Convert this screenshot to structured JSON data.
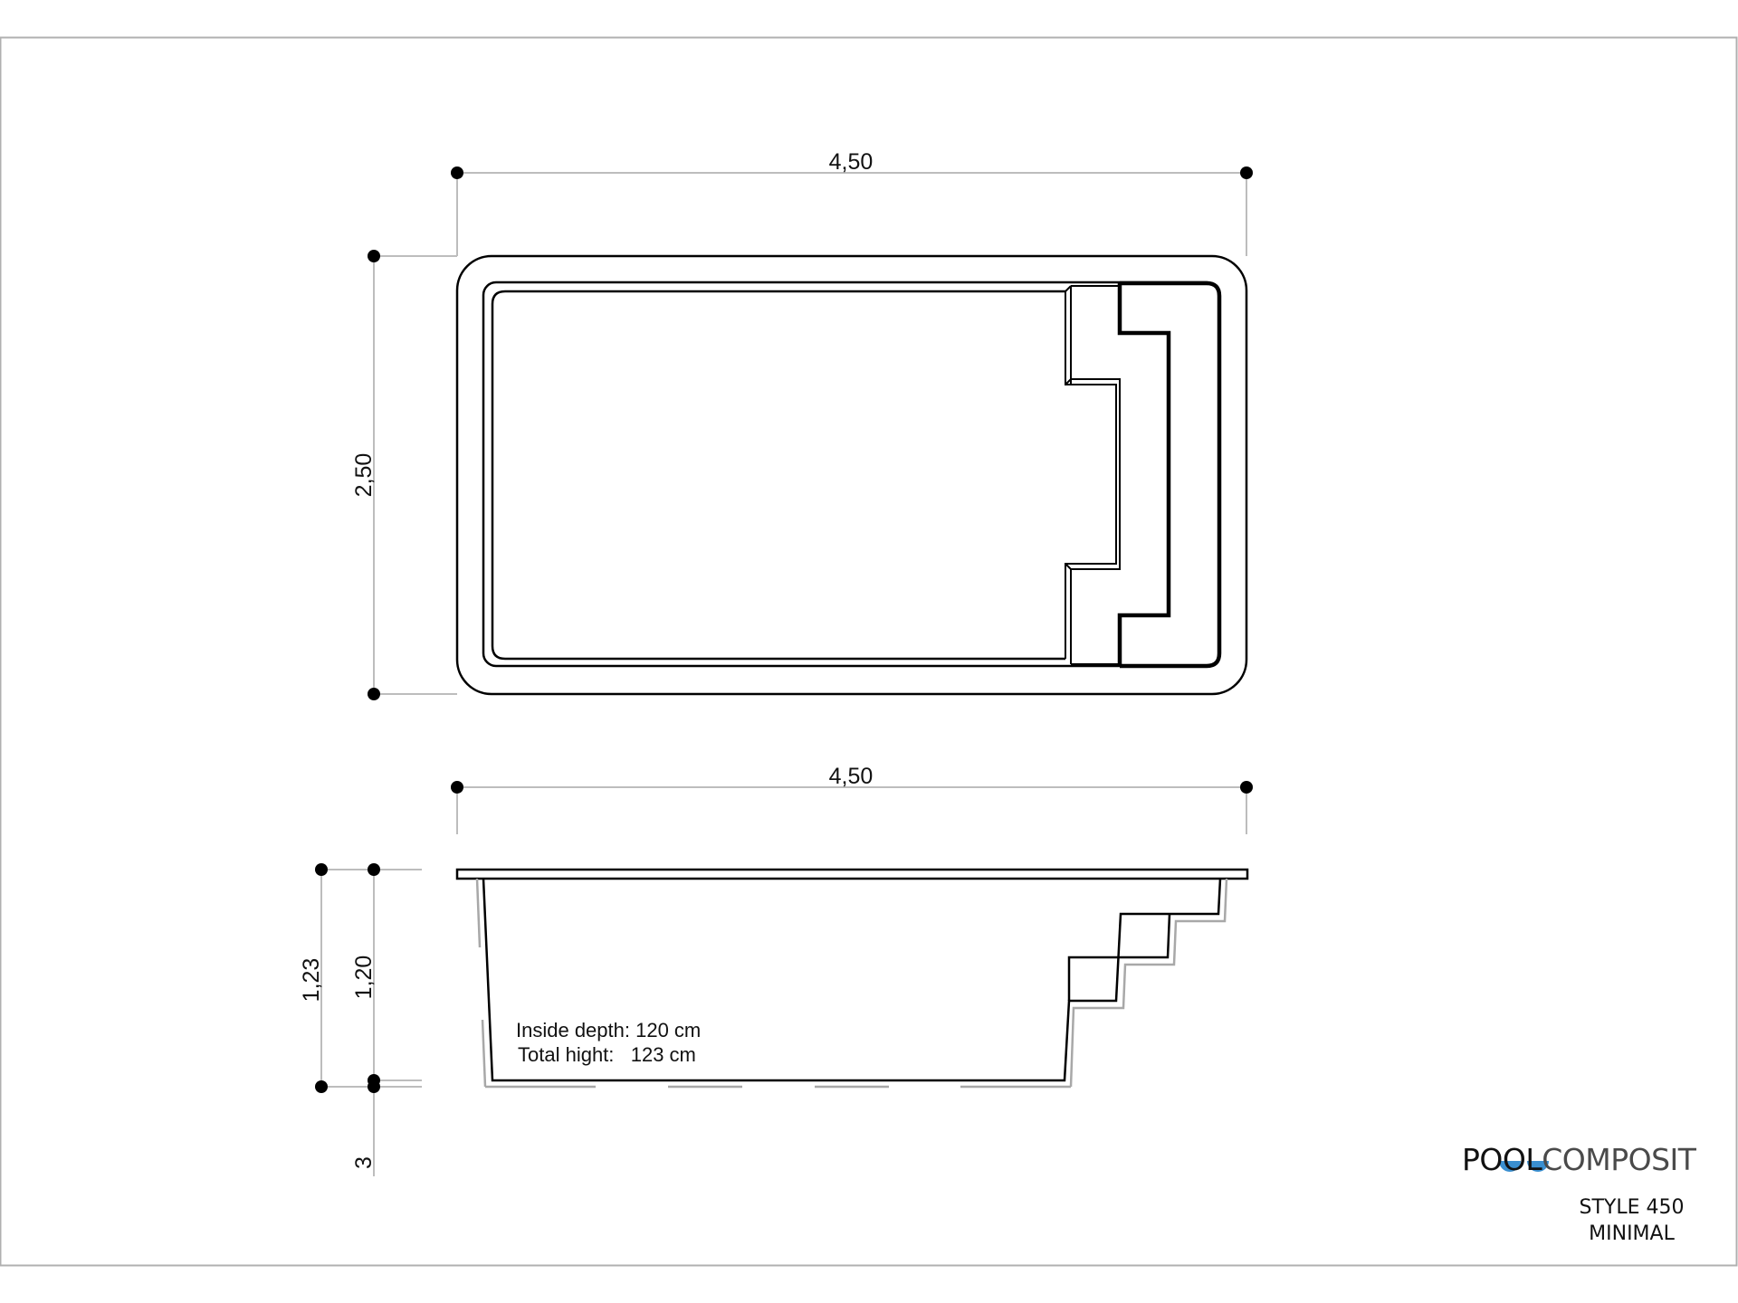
{
  "drawing": {
    "plan_view": {
      "width_label": "4,50",
      "height_label": "2,50"
    },
    "section_view": {
      "width_label": "4,50",
      "total_height_label": "1,23",
      "inside_depth_label": "1,20",
      "base_offset_label": "3",
      "notes": {
        "inside_depth": "Inside depth: 120 cm",
        "total_height": "Total hight:   123 cm"
      }
    }
  },
  "brand": {
    "name_part1": "POOL",
    "name_part2": "COMPOSIT",
    "accent_color": "#3a8fd0"
  },
  "model": {
    "line1": "STYLE 450",
    "line2": "MINIMAL"
  }
}
